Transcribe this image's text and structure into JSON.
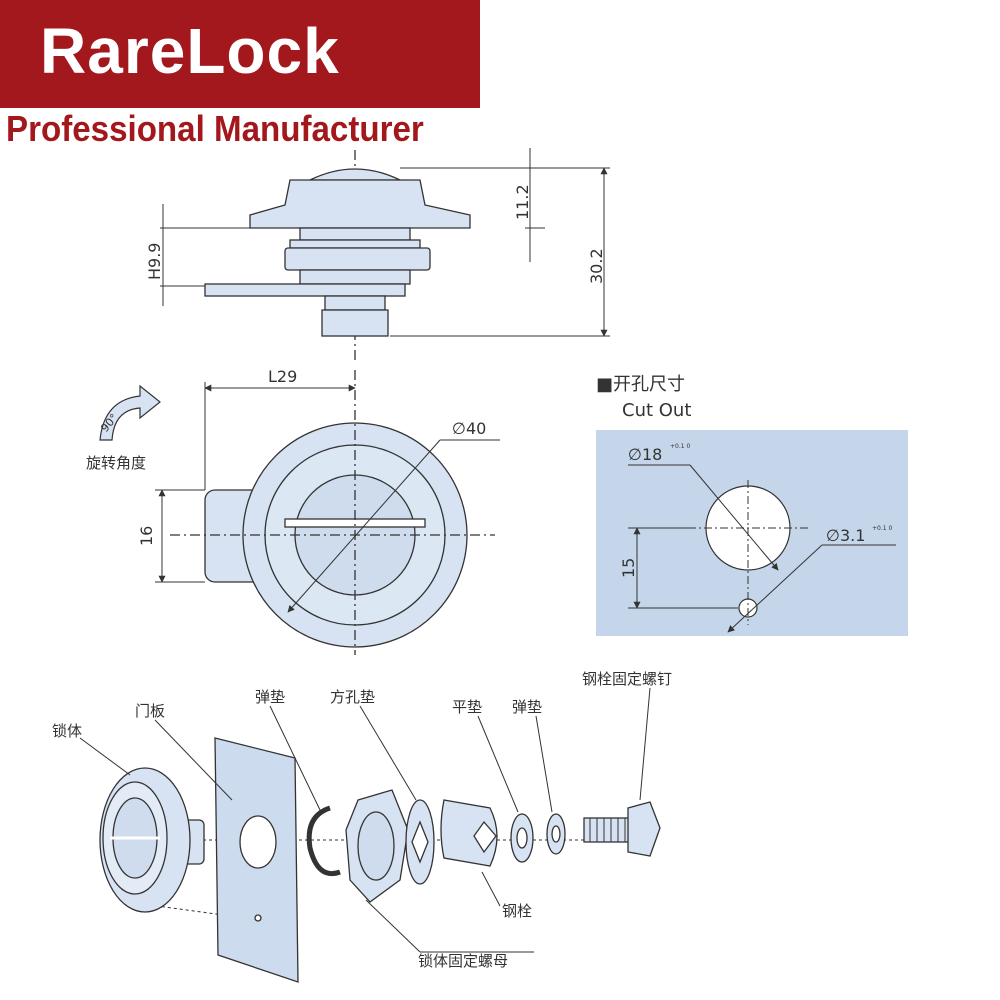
{
  "brand": {
    "name": "RareLock",
    "tagline": "Professional Manufacturer"
  },
  "dimensions": {
    "h_11_2": "11.2",
    "h_30_2": "30.2",
    "h_9_9": "H9.9",
    "l_29": "L29",
    "dia_40": "∅40",
    "w_16": "16"
  },
  "rotation": {
    "angle": "90°",
    "caption": "旋转角度"
  },
  "cutout": {
    "title_cn": "■开孔尺寸",
    "title_en": "Cut Out",
    "dia_18": "∅18",
    "dia_18_tol": "+0.1 0",
    "dia_3_1": "∅3.1",
    "dia_3_1_tol": "+0.1 0",
    "spacing": "15"
  },
  "parts": {
    "lock_body": "锁体",
    "door_panel": "门板",
    "spring_washer_1": "弹垫",
    "square_washer": "方孔垫",
    "flat_washer": "平垫",
    "spring_washer_2": "弹垫",
    "cam_screw": "钢栓固定螺钉",
    "cam": "钢栓",
    "body_nut": "锁体固定螺母"
  },
  "colors": {
    "brand": "#a3181c",
    "part_fill": "#d7e3f2",
    "cutout_bg": "#c5d6ea"
  }
}
